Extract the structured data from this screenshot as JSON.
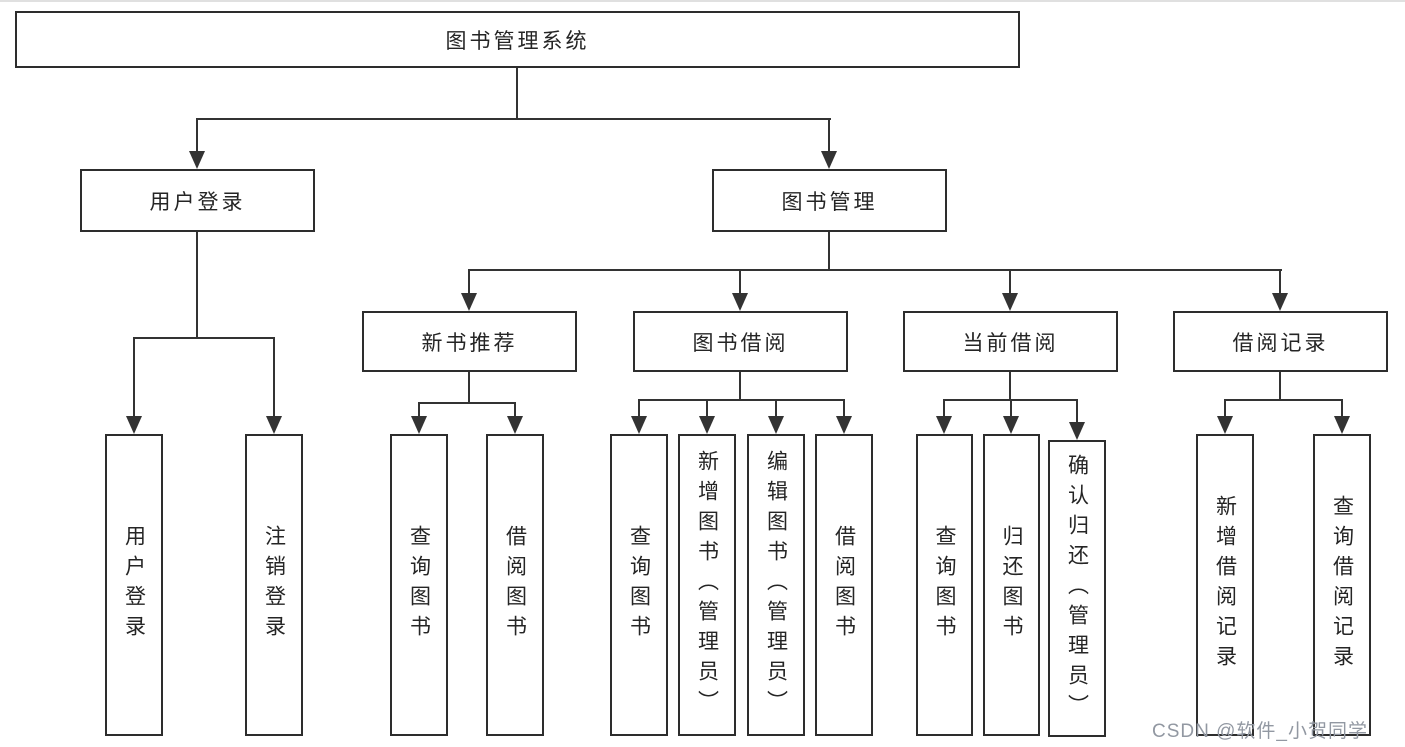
{
  "colors": {
    "background": "#ffffff",
    "line": "#333333",
    "box_border": "#2d2d2d",
    "box_fill": "#ffffff",
    "text": "#252525",
    "watermark": "#9298a2"
  },
  "root": {
    "label": "图书管理系统"
  },
  "level2": {
    "user_login": {
      "label": "用户登录"
    },
    "book_mgmt": {
      "label": "图书管理"
    }
  },
  "level3": {
    "new_book": {
      "label": "新书推荐"
    },
    "book_borrow": {
      "label": "图书借阅"
    },
    "current_borrow": {
      "label": "当前借阅"
    },
    "borrow_record": {
      "label": "借阅记录"
    }
  },
  "leaves": {
    "user_login_children": [
      {
        "label": "用户登录"
      },
      {
        "label": "注销登录"
      }
    ],
    "new_book_children": [
      {
        "label": "查询图书"
      },
      {
        "label": "借阅图书"
      }
    ],
    "book_borrow_children": [
      {
        "label": "查询图书"
      },
      {
        "label": "新增图书（管理员）"
      },
      {
        "label": "编辑图书（管理员）"
      },
      {
        "label": "借阅图书"
      }
    ],
    "current_borrow_children": [
      {
        "label": "查询图书"
      },
      {
        "label": "归还图书"
      },
      {
        "label": "确认归还（管理员）"
      }
    ],
    "borrow_record_children": [
      {
        "label": "新增借阅记录"
      },
      {
        "label": "查询借阅记录"
      }
    ]
  },
  "watermark": {
    "text": "CSDN @软件_小贺同学"
  }
}
